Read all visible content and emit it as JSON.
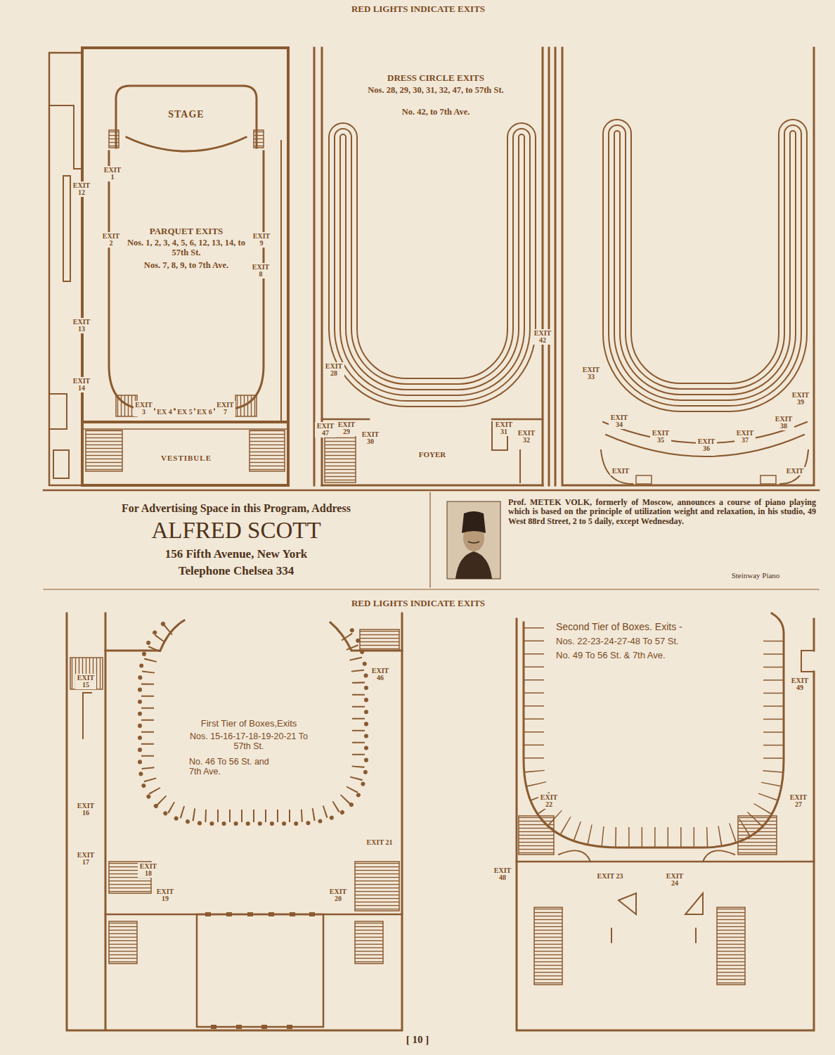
{
  "diagram": {
    "nodes": [
      {
        "text": [
          "STAGE"
        ]
      },
      {
        "text": [
          "VESTIBULE"
        ]
      }
    ],
    "labels": [
      "RED LIGHTS INDICATE EXITS",
      "PARQUET EXITS",
      "Nos. 1, 2, 3, 4, 5, 6, 12, 13, 14, to 57th St.",
      "Nos. 7, 8, 9, to 7th Ave.",
      "EXIT 1",
      "EXIT 2",
      "EXIT 12",
      "EXIT 13",
      "EXIT 14",
      "EXIT 9",
      "EXIT 8",
      "EXIT 3",
      "EX 4",
      "EX 5",
      "EX 6",
      "EXIT 7",
      "DRESS CIRCLE EXITS",
      "Nos. 28, 29, 30, 31, 32, 47, to 57th St.",
      "No. 42, to 7th Ave.",
      "EXIT 28",
      "EXIT 47",
      "EXIT 29",
      "EXIT 30",
      "EXIT 31",
      "EXIT 32",
      "EXIT 42",
      "FOYER",
      "EXIT 33",
      "EXIT 34",
      "EXIT 35",
      "EXIT 36",
      "EXIT 37",
      "EXIT 38",
      "EXIT 39",
      "EXIT",
      "EXIT",
      "For Advertising Space in this Program, Address",
      "ALFRED SCOTT",
      "156 Fifth Avenue, New York",
      "Telephone Chelsea 334",
      "Prof. METEK VOLK, formerly of Moscow, announces a course of piano playing which is based on the principle of utilization weight and relaxation, in his studio, 49 West 88rd Street, 2 to 5 daily, except Wednesday.",
      "Steinway Piano",
      "RED LIGHTS INDICATE EXITS",
      "EXIT 15",
      "EXIT 16",
      "EXIT 17",
      "EXIT 18",
      "EXIT 19",
      "EXIT 20",
      "EXIT 21",
      "EXIT 46",
      "First Tier of Boxes,Exits",
      "Nos. 15-16-17-18-19-20-21 To 57th St.",
      "No. 46 To 56 St. and 7th Ave.",
      "Second Tier of Boxes. Exits -",
      "Nos. 22-23-24-27-48 To 57 St.",
      "No. 49 To 56 St. & 7th Ave.",
      "EXIT 49",
      "EXIT 27",
      "EXIT 22",
      "EXIT 48",
      "EXIT 23",
      "EXIT 24",
      "[ 10 ]"
    ]
  }
}
